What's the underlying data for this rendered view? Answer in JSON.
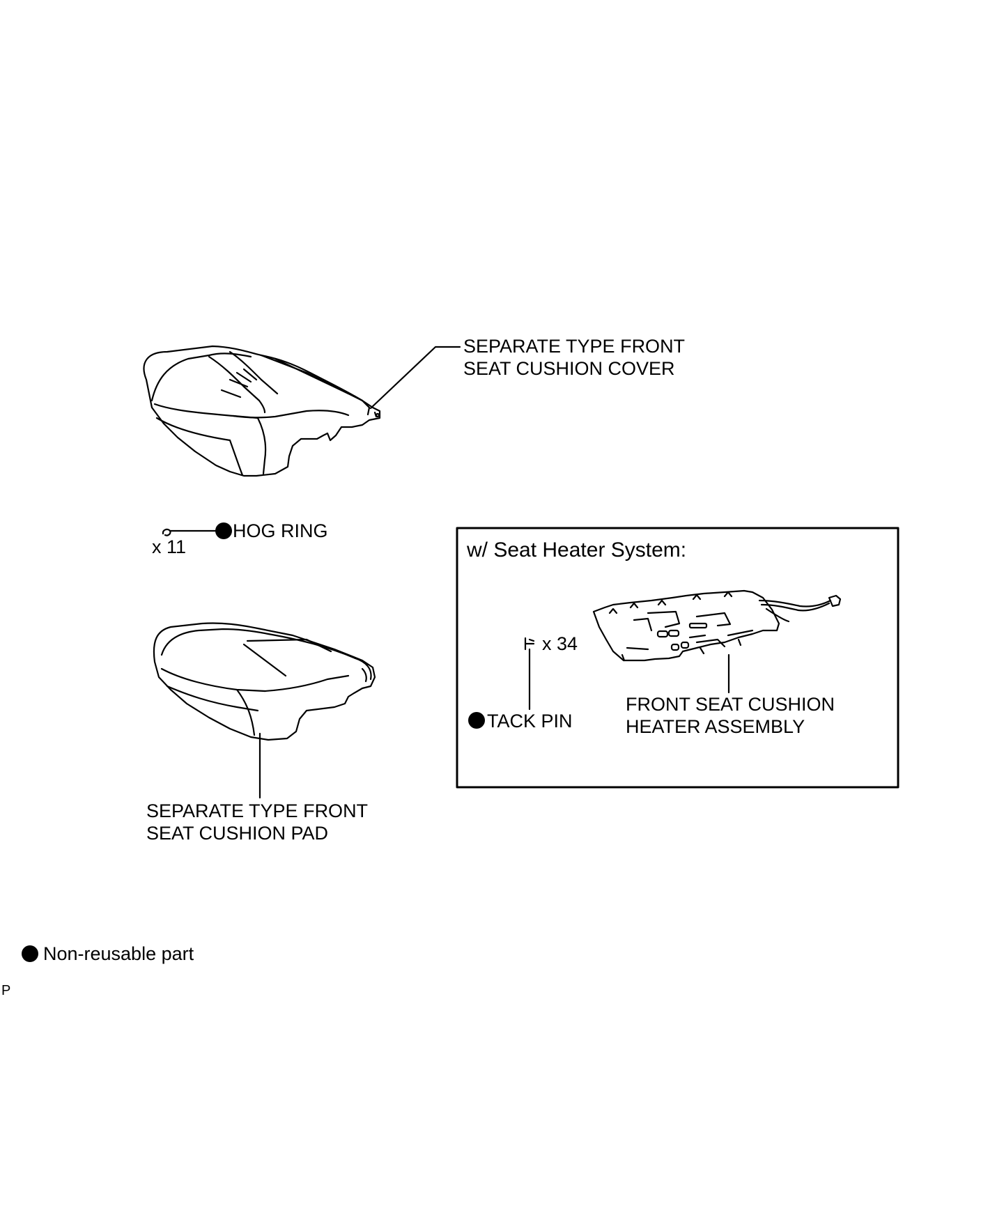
{
  "labels": {
    "cover_line1": "SEPARATE TYPE FRONT",
    "cover_line2": "SEAT CUSHION COVER",
    "hog_ring": "HOG RING",
    "hog_ring_qty": "x 11",
    "pad_line1": "SEPARATE TYPE FRONT",
    "pad_line2": "SEAT CUSHION PAD",
    "box_title": "w/ Seat Heater System:",
    "tack_pin_qty": "x 34",
    "tack_pin": "TACK PIN",
    "heater_line1": "FRONT SEAT CUSHION",
    "heater_line2": "HEATER ASSEMBLY",
    "legend": "Non-reusable part",
    "corner_code": "P"
  },
  "icons": {
    "non_reusable_marker": "filled-circle-icon",
    "hog_ring": "hog-ring-icon",
    "tack_pin": "tack-pin-icon"
  },
  "colors": {
    "ink": "#000000",
    "paper": "#ffffff"
  }
}
